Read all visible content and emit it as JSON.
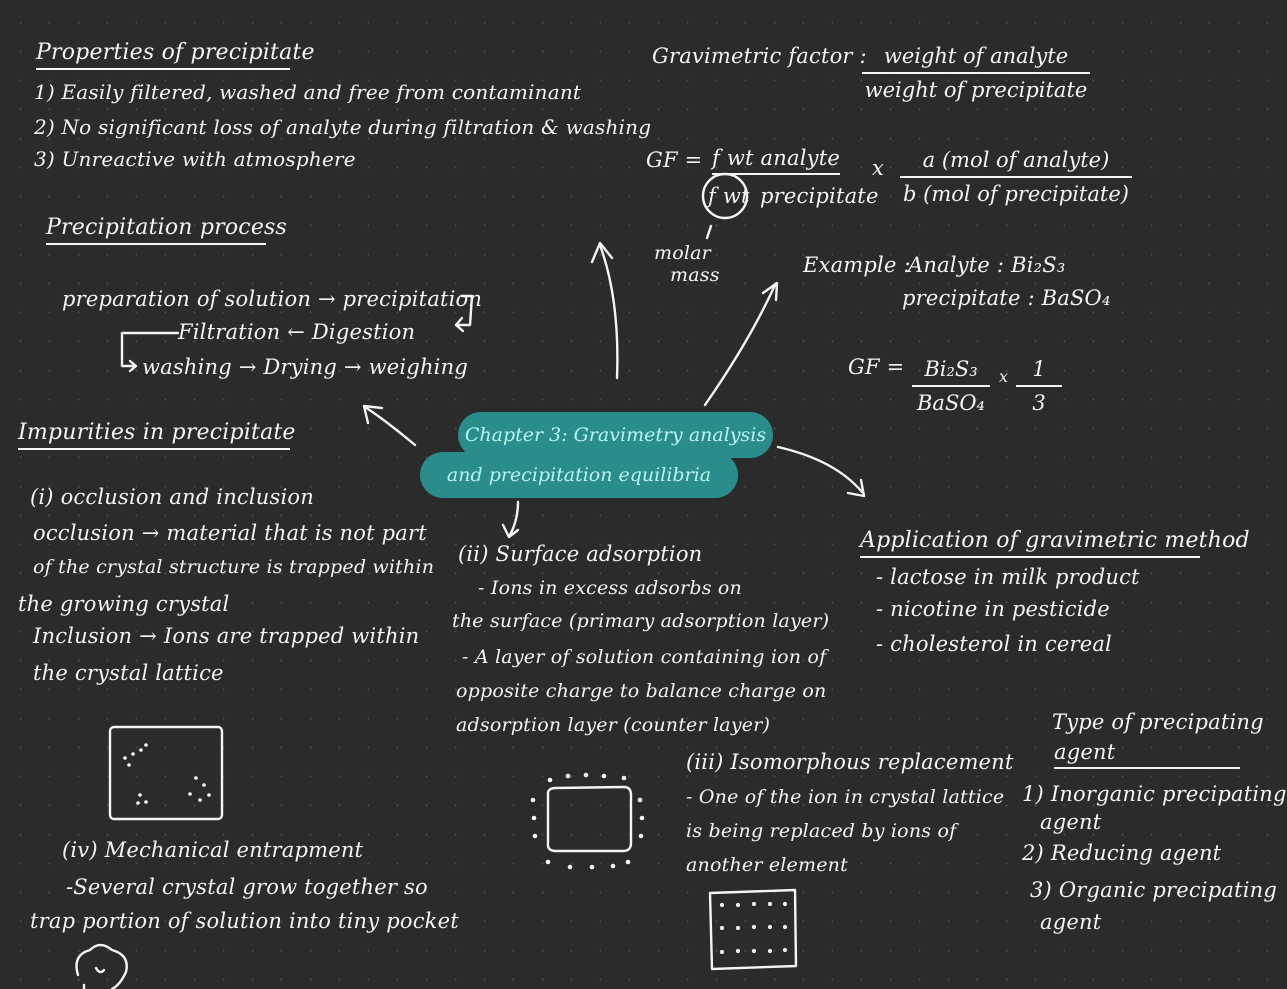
{
  "center": {
    "line1": "Chapter 3: Gravimetry analysis",
    "line2": "and precipitation equilibria"
  },
  "properties": {
    "title": "Properties of precipitate",
    "items": [
      "1) Easily filtered, washed and free from contaminant",
      "2) No significant loss of analyte during filtration & washing",
      "3) Unreactive with atmosphere"
    ]
  },
  "process": {
    "title": "Precipitation process",
    "line1": "preparation of solution → precipitation",
    "line2": "Filtration ← Digestion",
    "line3": "washing → Drying → weighing"
  },
  "impurities": {
    "title": "Impurities in precipitate",
    "i_title": "(i) occlusion and inclusion",
    "i_lines": [
      "occlusion → material that is not part",
      "of the crystal structure is trapped within",
      "the growing crystal",
      "Inclusion → Ions are trapped within",
      "the crystal lattice"
    ],
    "iv_title": "(iv) Mechanical entrapment",
    "iv_lines": [
      "-Several crystal grow together so",
      "trap portion of solution into tiny pocket"
    ]
  },
  "surface": {
    "title": "(ii) Surface adsorption",
    "lines": [
      "- Ions in excess adsorbs on",
      "the surface (primary adsorption layer)",
      "- A layer of solution containing ion of",
      "opposite charge to balance charge on",
      "adsorption layer (counter layer)"
    ]
  },
  "isomorphous": {
    "title": "(iii) Isomorphous replacement",
    "lines": [
      "- One of the ion in crystal lattice",
      "is being replaced by ions of",
      "another element"
    ]
  },
  "gravimetric": {
    "label": "Gravimetric factor :",
    "num": "weight of analyte",
    "den": "weight of precipitate",
    "gf": "GF =",
    "f1num": "f wt analyte",
    "f1den_circle": "f wt",
    "f1den_rest": "precipitate",
    "times": "x",
    "f2num": "a (mol of analyte)",
    "f2den": "b (mol of precipitate)",
    "molar": "molar",
    "mass": "mass"
  },
  "example": {
    "label": "Example :",
    "analyte": "Analyte : Bi₂S₃",
    "precipitate": "precipitate : BaSO₄",
    "gf": "GF =",
    "num": "Bi₂S₃",
    "den": "BaSO₄",
    "times": "x",
    "num2": "1",
    "den2": "3"
  },
  "application": {
    "title": "Application of gravimetric method",
    "items": [
      "- lactose in milk product",
      "- nicotine in pesticide",
      "- cholesterol in cereal"
    ]
  },
  "agents": {
    "title_l1": "Type of precipating",
    "title_l2": "agent",
    "items": [
      "1) Inorganic precipating",
      "agent",
      "2) Reducing agent",
      "3) Organic precipating",
      "agent"
    ]
  },
  "colors": {
    "background": "#2b2b2b",
    "ink": "#f4f4f4",
    "pill": "#2a8d8c",
    "pill_text": "#b9f5ef"
  }
}
